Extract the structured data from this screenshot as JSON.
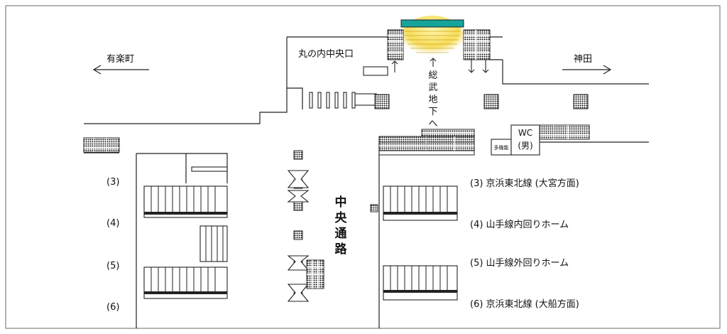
{
  "directions": {
    "left": "有楽町",
    "right": "神田"
  },
  "exits": {
    "marunouchi_central": "丸の内中央口"
  },
  "passages": {
    "sobu_underground": "総武地下へ",
    "central_passage": "中央通路"
  },
  "facilities": {
    "wc_line1": "WC",
    "wc_line2": "(男)",
    "multipurpose": "多機能"
  },
  "platforms_left": [
    {
      "number": "(3)"
    },
    {
      "number": "(4)"
    },
    {
      "number": "(5)"
    },
    {
      "number": "(6)"
    }
  ],
  "platforms_right": [
    {
      "label": "(3) 京浜東北線 (大宮方面)"
    },
    {
      "label": "(4) 山手線内回りホーム"
    },
    {
      "label": "(5) 山手線外回りホーム"
    },
    {
      "label": "(6) 京浜東北線 (大船方面)"
    }
  ],
  "colors": {
    "highlight_bar": "#15a39a",
    "glow": "#f6d94a",
    "stair": "#222222"
  }
}
